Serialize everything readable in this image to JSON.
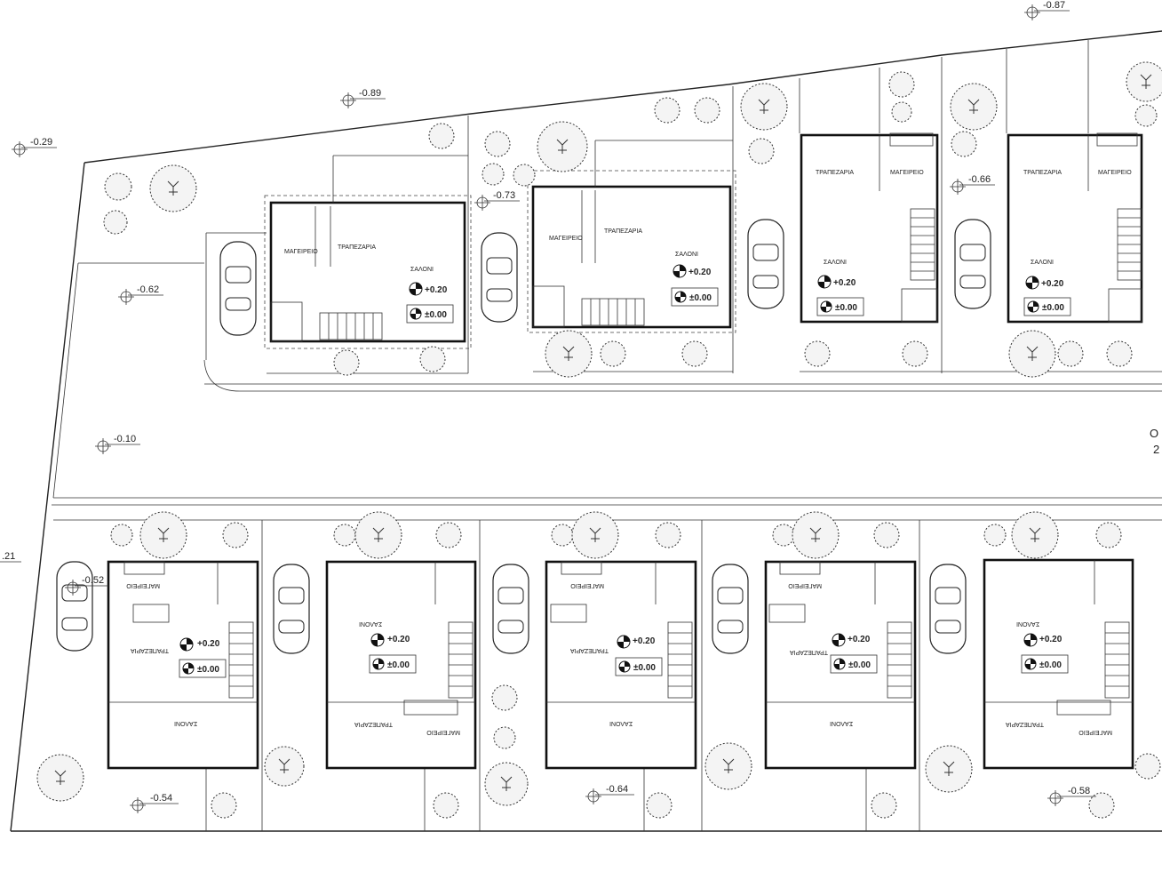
{
  "elevations": {
    "top_left": "-0.29",
    "top_mid": "-0.89",
    "top_right": "-0.87",
    "lot2_front": "-0.73",
    "lot4_front": "-0.66",
    "road_north": "-0.62",
    "road_mid": "-0.10",
    "bottom_left_edge": ".21",
    "south_lot1": "-0.52",
    "south_front1": "-0.54",
    "south_front2": "-0.64",
    "south_front3": "-0.58"
  },
  "level_labels": {
    "upper": "+0.20",
    "ground": "±0.00"
  },
  "room_labels": {
    "kitchen": "ΜΑΓΕΙΡΕΙΟ",
    "dining": "ΤΡΑΠΕΖΑΡΙΑ",
    "living": "ΣΑΛΟΝΙ"
  },
  "edge_text": {
    "right_line1": "Ο",
    "right_line2": "2"
  }
}
